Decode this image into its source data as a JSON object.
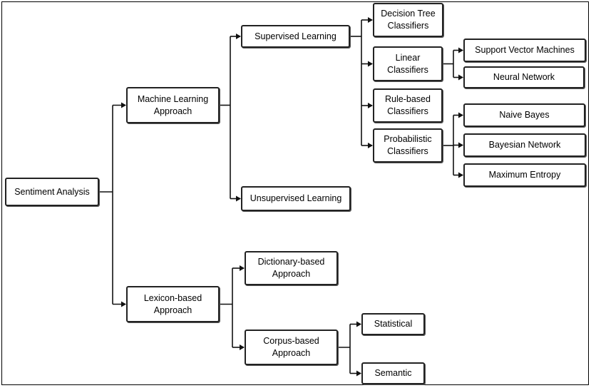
{
  "nodes": {
    "root": "Sentiment Analysis",
    "ml": "Machine Learning\nApproach",
    "lex": "Lexicon-based\nApproach",
    "sup": "Supervised Learning",
    "unsup": "Unsupervised Learning",
    "dt": "Decision Tree\nClassifiers",
    "lin": "Linear\nClassifiers",
    "rule": "Rule-based\nClassifiers",
    "prob": "Probabilistic\nClassifiers",
    "svm": "Support Vector Machines",
    "nn": "Neural Network",
    "nb": "Naive Bayes",
    "bn": "Bayesian Network",
    "me": "Maximum Entropy",
    "dict": "Dictionary-based\nApproach",
    "corp": "Corpus-based\nApproach",
    "stat": "Statistical",
    "sem": "Semantic"
  },
  "edges": [
    [
      "root",
      "ml"
    ],
    [
      "root",
      "lex"
    ],
    [
      "ml",
      "sup"
    ],
    [
      "ml",
      "unsup"
    ],
    [
      "sup",
      "dt"
    ],
    [
      "sup",
      "lin"
    ],
    [
      "sup",
      "rule"
    ],
    [
      "sup",
      "prob"
    ],
    [
      "lin",
      "svm"
    ],
    [
      "lin",
      "nn"
    ],
    [
      "prob",
      "nb"
    ],
    [
      "prob",
      "bn"
    ],
    [
      "prob",
      "me"
    ],
    [
      "lex",
      "dict"
    ],
    [
      "lex",
      "corp"
    ],
    [
      "corp",
      "stat"
    ],
    [
      "corp",
      "sem"
    ]
  ]
}
